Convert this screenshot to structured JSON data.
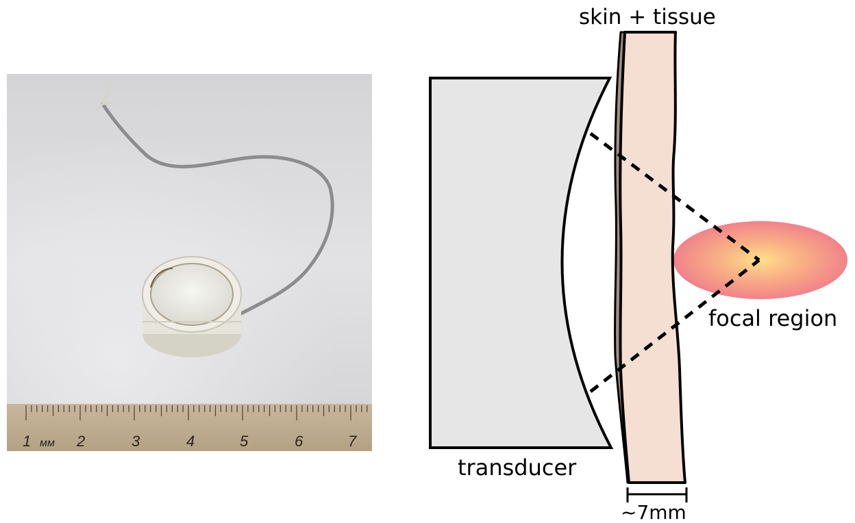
{
  "photo": {
    "ruler": {
      "unit_label": "мм",
      "numbers": [
        "1",
        "2",
        "3",
        "4",
        "5",
        "6",
        "7"
      ]
    }
  },
  "diagram": {
    "labels": {
      "skin_tissue": "skin + tissue",
      "transducer": "transducer",
      "focal_region": "focal region",
      "thickness": "~7mm"
    }
  },
  "colors": {
    "transducer_fill": "#e6e6e6",
    "tissue_fill": "#f4dfd2",
    "skin_fill": "#a3907f",
    "focal_outer": "#f1828a",
    "focal_inner": "#ffe08a"
  }
}
